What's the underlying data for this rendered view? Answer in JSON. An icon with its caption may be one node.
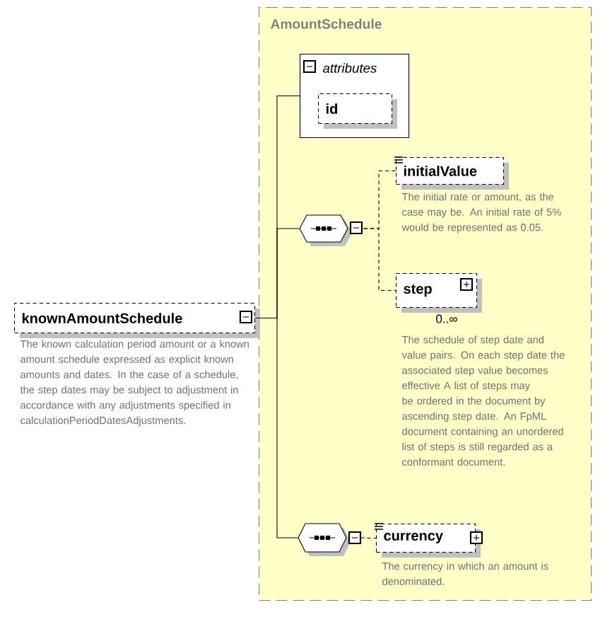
{
  "diagram": {
    "nodes": [
      {
        "text": [
          "knownAmountSchedule"
        ],
        "beside": [
          "The known calculation period amount or a known amount schedule expressed as explicit known amounts and dates. In the case of a schedule, the step dates may be subject to adjustment in accordance with any adjustments specified in calculationPeriodDatesAdjustments."
        ]
      },
      {
        "text": [
          "AmountSchedule"
        ]
      },
      {
        "text": [
          "attributes"
        ],
        "in": 1
      },
      {
        "text": [
          "id"
        ],
        "in": 2
      },
      {
        "text": [],
        "shape": "hexagon",
        "in": 1
      },
      {
        "text": [
          "initialValue"
        ],
        "in": 1,
        "beside": [
          "The initial rate or amount, as the case may be. An initial rate of 5% would be represented as 0.05."
        ]
      },
      {
        "text": [
          "step"
        ],
        "in": 1,
        "beside": [
          "0..∞",
          "The schedule of step date and value pairs. On each step date the associated step value becomes effective A list of steps may be ordered in the document by ascending step date. An FpML document containing an unordered list of steps is still regarded as a conformant document."
        ]
      },
      {
        "text": [],
        "shape": "hexagon",
        "in": 1
      },
      {
        "text": [
          "currency"
        ],
        "in": 1,
        "beside": [
          "The currency in which an amount is denominated."
        ]
      }
    ],
    "edges": [
      {
        "from": 0,
        "to": 2,
        "arrow": "none"
      },
      {
        "from": 0,
        "to": 4,
        "arrow": "none"
      },
      {
        "from": 0,
        "to": 7,
        "arrow": "none"
      },
      {
        "from": 4,
        "to": 5,
        "arrow": "none",
        "style": "dashed"
      },
      {
        "from": 4,
        "to": 6,
        "arrow": "none",
        "style": "dashed"
      },
      {
        "from": 7,
        "to": 8,
        "arrow": "none",
        "style": "dashed"
      }
    ]
  }
}
